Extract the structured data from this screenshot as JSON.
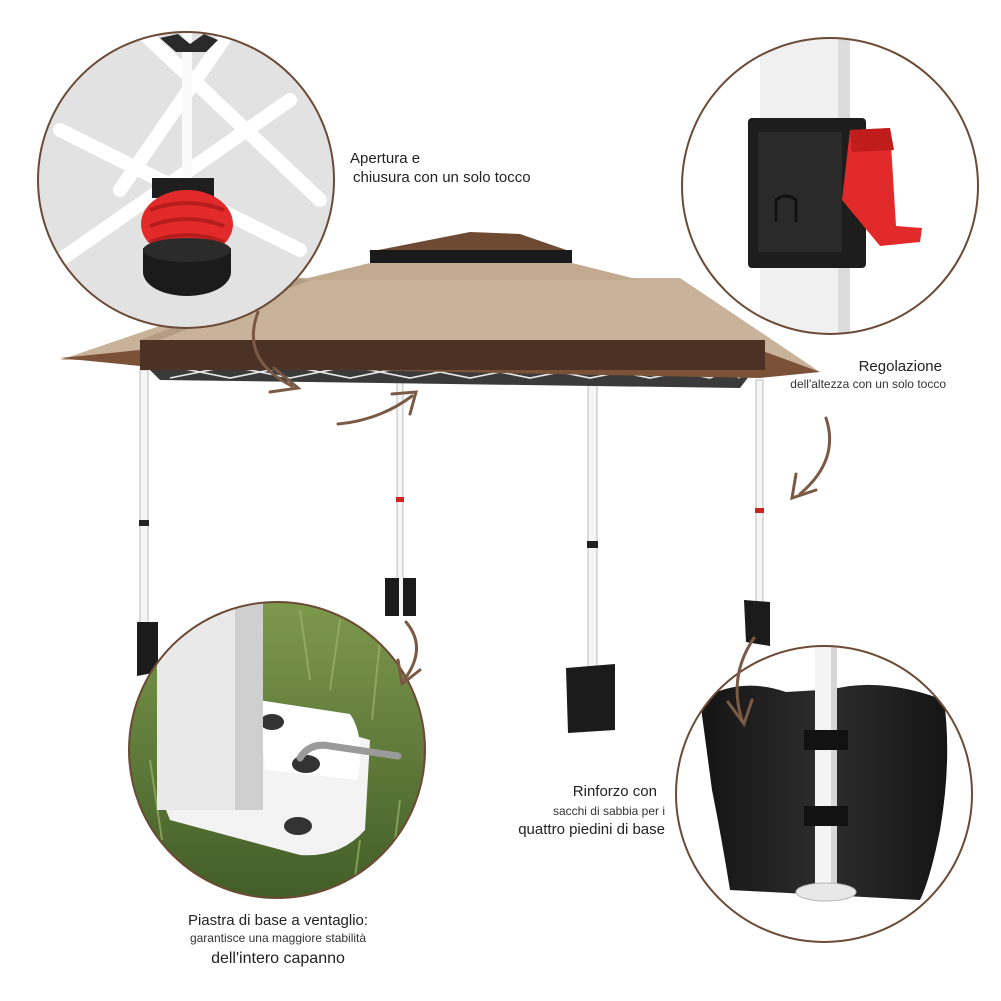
{
  "captions": {
    "top_left": {
      "line1": "Apertura e",
      "line2": "chiusura con un solo tocco"
    },
    "top_right": {
      "line1": "Regolazione",
      "line2": "dell'altezza con un solo tocco"
    },
    "mid_right": {
      "line1": "Rinforzo con",
      "line2": "sacchi di sabbia per i",
      "line3": "quattro piedini di base"
    },
    "bottom_left": {
      "line1": "Piastra di base a ventaglio:",
      "line2": "garantisce una maggiore stabilità",
      "line3": "dell'intero capanno"
    }
  },
  "colors": {
    "canopy_beige": "#c8b29a",
    "canopy_brown": "#6e4a33",
    "canopy_dark": "#4b3224",
    "frame_white": "#f2f2f2",
    "arrow_brown": "#7a5a45",
    "circle_border": "#6b4a36",
    "sandbag_black": "#1d1d1d",
    "grass_green": "#5e7d3a",
    "lever_red": "#e32a2a"
  }
}
